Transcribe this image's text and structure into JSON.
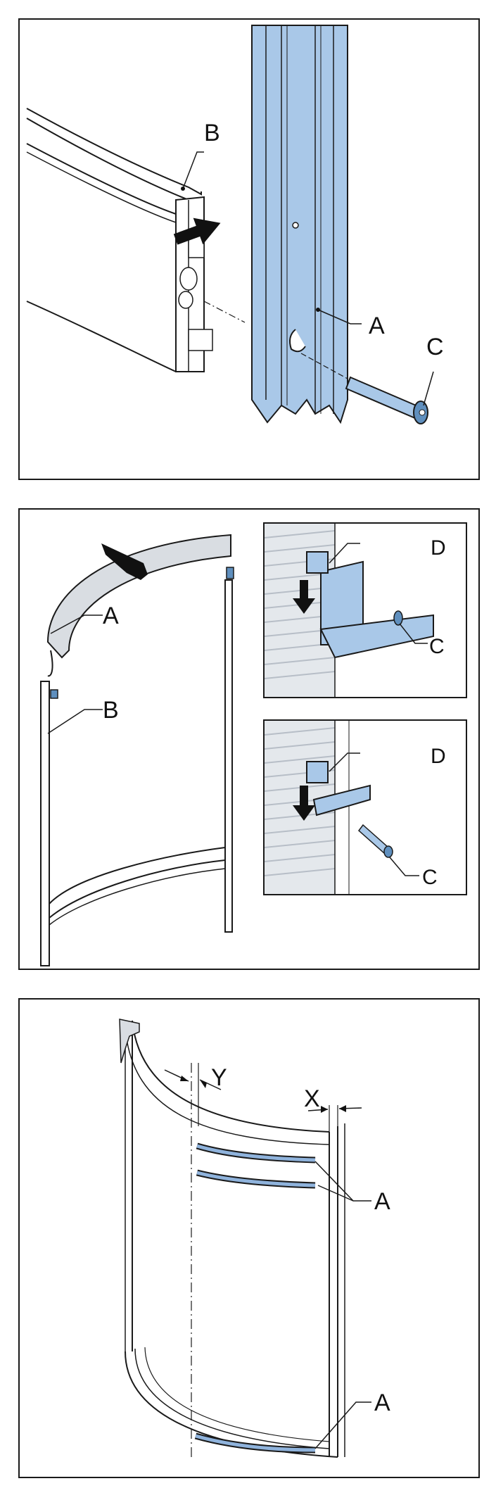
{
  "panel1": {
    "labels": {
      "a": "A",
      "b": "B",
      "c": "C"
    }
  },
  "panel2": {
    "labels": {
      "a": "A",
      "b": "B"
    },
    "inset_top": {
      "labels": {
        "c": "C",
        "d": "D"
      }
    },
    "inset_bottom": {
      "labels": {
        "c": "C",
        "d": "D"
      }
    }
  },
  "panel3": {
    "labels": {
      "y": "Y",
      "x": "X",
      "a_top": "A",
      "a_bottom": "A"
    }
  },
  "colors": {
    "blue_part": "#a9c8e8",
    "blue_dark": "#5f8fbe",
    "line": "#1a1a1a",
    "slot": "#8fb3dc"
  }
}
